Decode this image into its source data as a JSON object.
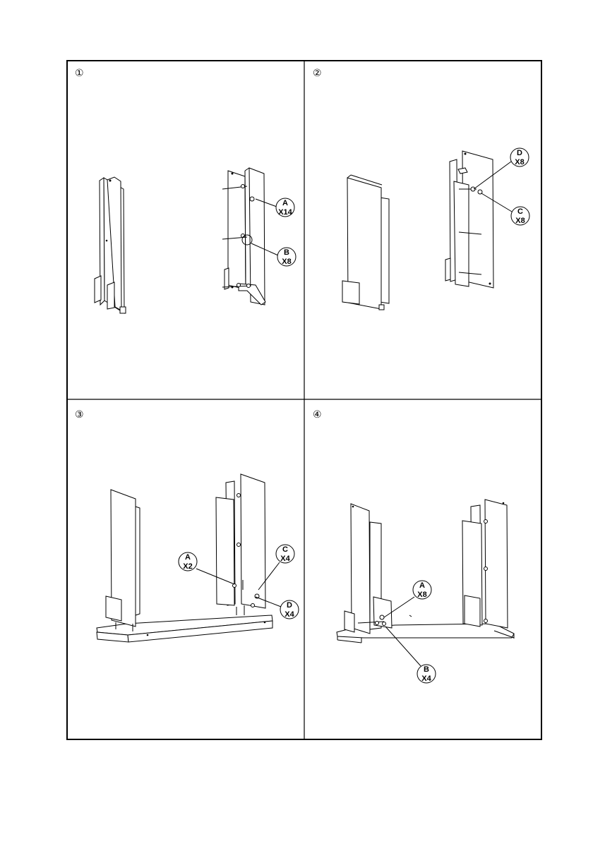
{
  "steps": [
    {
      "number": "①",
      "callouts": [
        {
          "letter": "A",
          "qty": "X14"
        },
        {
          "letter": "B",
          "qty": "X8"
        }
      ]
    },
    {
      "number": "②",
      "callouts": [
        {
          "letter": "D",
          "qty": "X8"
        },
        {
          "letter": "C",
          "qty": "X8"
        }
      ]
    },
    {
      "number": "③",
      "callouts": [
        {
          "letter": "A",
          "qty": "X2"
        },
        {
          "letter": "C",
          "qty": "X4"
        },
        {
          "letter": "D",
          "qty": "X4"
        }
      ]
    },
    {
      "number": "④",
      "callouts": [
        {
          "letter": "A",
          "qty": "X8"
        },
        {
          "letter": "B",
          "qty": "X4"
        }
      ]
    }
  ]
}
